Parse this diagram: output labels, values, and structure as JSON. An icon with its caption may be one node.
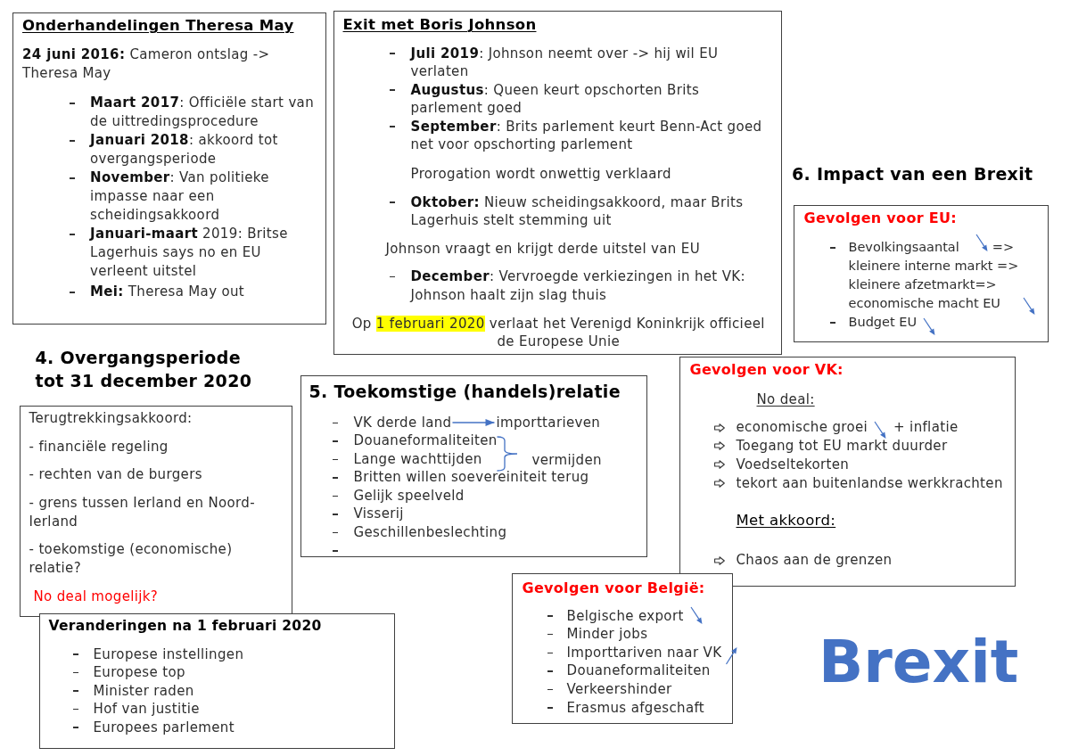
{
  "diagram": {
    "title": "Brexit",
    "nodes": [
      {
        "text": [
          "Onderhandelingen Theresa May",
          "**24 juni 2016:** Cameron ontslag -> Theresa May",
          "**Maart 2017**: Officiële start van de uittredingsprocedure",
          "**Januari 2018**: akkoord tot overgangsperiode",
          "**November**: Van politieke impasse naar een scheidingsakkoord",
          "**Januari-maart** 2019: Britse Lagerhuis says no en EU verleent uitstel",
          "**Mei:** Theresa May out"
        ]
      },
      {
        "text": [
          "Exit met Boris Johnson",
          "**Juli 2019**: Johnson neemt over -> hij wil EU verlaten",
          "**Augustus**: Queen keurt opschorten Brits parlement goed",
          "**September**: Brits parlement keurt Benn-Act goed net voor opschorting parlement",
          "Prorogation wordt onwettig verklaard",
          "**Oktober:** Nieuw scheidingsakkoord, maar Brits Lagerhuis stelt stemming uit",
          "Johnson vraagt en krijgt derde uitstel van EU",
          "**December**: Vervroegde verkiezingen in het VK: Johnson haalt zijn slag thuis",
          "Op 1 februari 2020 verlaat het Verenigd Koninkrijk officieel de Europese Unie"
        ]
      },
      {
        "text": [
          "Gevolgen voor EU:",
          "Bevolkingsaantal",
          "=>",
          "kleinere interne markt => kleinere afzetmarkt=> economische macht EU",
          "Budget EU"
        ]
      },
      {
        "text": [
          "4. Overgangsperiode tot 31 december 2020",
          "Terugtrekkingsakkoord:",
          "- financiële regeling",
          "- rechten van de burgers",
          "- grens tussen Ierland en Noord-Ierland",
          "- toekomstige (economische) relatie?",
          "No deal mogelijk?"
        ]
      },
      {
        "text": [
          "5. Toekomstige (handels)relatie",
          "Douaneformaliteiten",
          "Lange wachttijden",
          "vermijden",
          "Britten willen soevereiniteit terug",
          "Gelijk speelveld",
          "Visserij",
          "Geschillenbeslechting"
        ]
      },
      {
        "text": [
          "VK derde land"
        ],
        "in": 4
      },
      {
        "text": [
          "importtarieven"
        ],
        "in": 4
      },
      {
        "text": [
          "Gevolgen voor VK:",
          "No deal:",
          "economische groei",
          "+ inflatie",
          "Toegang tot EU markt duurder",
          "Voedseltekorten",
          "tekort aan buitenlandse werkkrachten",
          "Met akkoord:",
          "Chaos aan de grenzen"
        ]
      },
      {
        "text": [
          "Veranderingen na 1 februari 2020",
          "Europese instellingen",
          "Europese top",
          "Minister raden",
          "Hof van justitie",
          "Europees parlement"
        ]
      },
      {
        "text": [
          "Gevolgen voor België:",
          "Belgische export",
          "Minder jobs",
          "Importtariven naar VK",
          "Douaneformaliteiten",
          "Verkeershinder",
          "Erasmus afgeschaft"
        ]
      }
    ],
    "edges": [
      {
        "from": 5,
        "to": 6,
        "arrow": "to"
      }
    ],
    "labels": [
      "6. Impact van een Brexit"
    ]
  }
}
